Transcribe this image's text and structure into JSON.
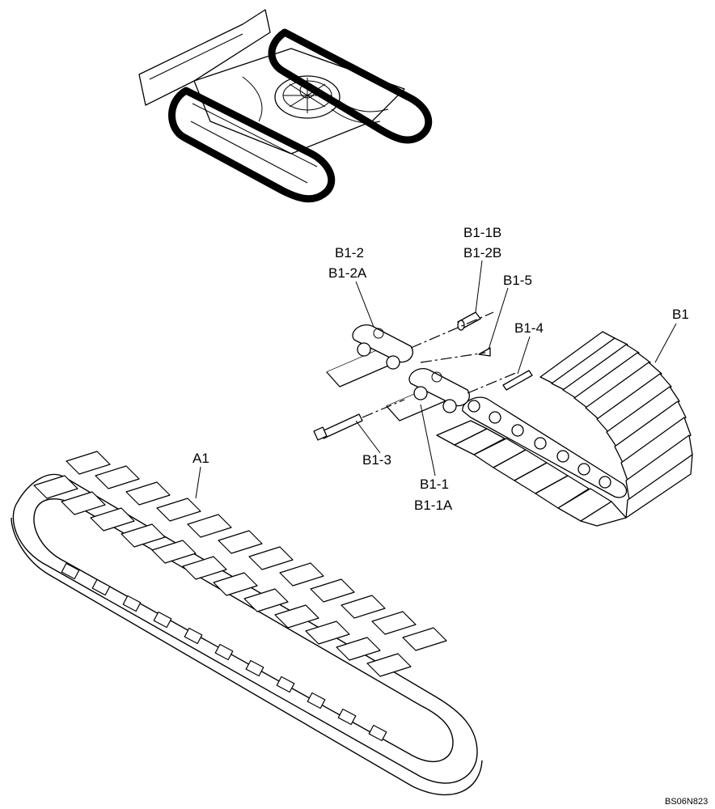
{
  "labels": {
    "b1_1b": "B1-1B",
    "b1_2b": "B1-2B",
    "b1_2": "B1-2",
    "b1_2a": "B1-2A",
    "b1_5": "B1-5",
    "b1_4": "B1-4",
    "b1": "B1",
    "b1_3": "B1-3",
    "b1_1": "B1-1",
    "b1_1a": "B1-1A",
    "a1": "A1"
  },
  "drawing_code": "BS06N823"
}
